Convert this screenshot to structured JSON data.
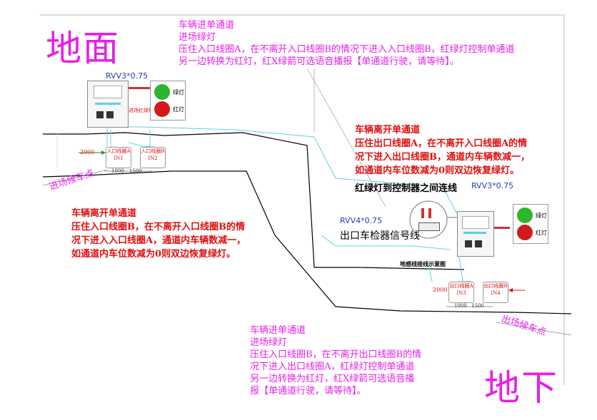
{
  "titles": {
    "ground": "地面",
    "underground": "地下"
  },
  "top_entry_text": {
    "line1": "车辆进单通道",
    "line2": "进场绿灯",
    "line3": "压住入口线圈A，在不离开入口线圈B的情况下进入入口线圈B，红绿灯控制单通道",
    "line4": "另一边转换为红灯，红X绿箭可选语音播报【单通道行驶，请等待】。"
  },
  "right_exit_text": {
    "line1": "车辆离开单通道",
    "line2": "压住出口线圈A，在不离开入口线圈A的情",
    "line3": "况下进入出口线圈B，通道内车辆数减一，",
    "line4": "如通道内车位数减为0则双边恢复绿灯。"
  },
  "left_exit_text": {
    "line1": "车辆离开单通道",
    "line2": "压住入口线圈B，在不离开入口线圈B的情",
    "line3": "况下进入入口线圈A，通道内车辆数减一，",
    "line4": "如通道内车位数减为0则双边恢复绿灯。"
  },
  "bottom_entry_text": {
    "line1": "车辆进单通道",
    "line2": "进场绿灯",
    "line3": "压住入口线圈B，在不离开出口线圈B的情",
    "line4": "况下进入出口线圈A，红绿灯控制单通道",
    "line5": "另一边转换为红灯，红X绿箭可选语音播",
    "line6": "报【单通道行驶，请等待】。"
  },
  "labels": {
    "cable_top": "RVV3*0.75",
    "cable_right": "RVV3*0.75",
    "cable_rvv4": "RVV4*0.75",
    "lamp_link": "红绿灯到控制器之间连线",
    "exit_detector_signal": "出口车检器信号线",
    "loop_wiring": "地感线接线示意图",
    "entry_wait": "进场候车点",
    "exit_wait": "出场候车点",
    "green_lamp": "绿灯",
    "red_lamp": "红灯",
    "controller_tag": "进场红绿灯"
  },
  "entry_loops": {
    "loop_a": "入口线圈A",
    "loop_a_in": "IN1",
    "loop_b": "入口线圈B",
    "loop_b_in": "IN2",
    "dim_left": "2000",
    "dim_a": "1000",
    "dim_b": "1500"
  },
  "exit_loops": {
    "loop_a": "出口线圈A",
    "loop_a_in": "IN3",
    "loop_b": "出口线圈B",
    "loop_b_in": "IN4",
    "dim_left": "2000",
    "dim_a": "1000",
    "dim_b": "1500"
  },
  "colors": {
    "title": "#e81ee8",
    "description": "#e01010",
    "cable_label": "#1f3fbf",
    "green_light": "#2db52d",
    "red_light": "#d21a1a"
  }
}
